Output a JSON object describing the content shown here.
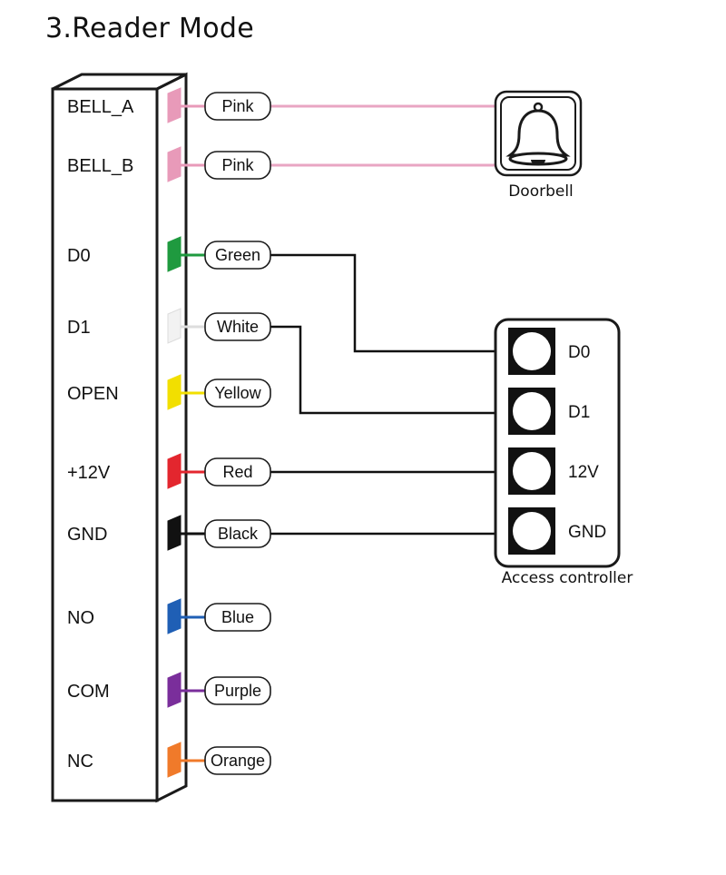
{
  "title": "3.Reader Mode",
  "reader_pins": [
    {
      "label": "BELL_A",
      "wire": "Pink",
      "color": "#e89ab9",
      "line": "#e9a6c3"
    },
    {
      "label": "BELL_B",
      "wire": "Pink",
      "color": "#e89ab9",
      "line": "#e9a6c3"
    },
    {
      "label": "D0",
      "wire": "Green",
      "color": "#1f9a3f",
      "line": "#111111"
    },
    {
      "label": "D1",
      "wire": "White",
      "color": "#f2f2f2",
      "line": "#111111"
    },
    {
      "label": "OPEN",
      "wire": "Yellow",
      "color": "#f2df00",
      "line": null
    },
    {
      "label": "+12V",
      "wire": "Red",
      "color": "#e3262e",
      "line": "#111111"
    },
    {
      "label": "GND",
      "wire": "Black",
      "color": "#111111",
      "line": "#111111"
    },
    {
      "label": "NO",
      "wire": "Blue",
      "color": "#1f5fb5",
      "line": null
    },
    {
      "label": "COM",
      "wire": "Purple",
      "color": "#7a2e9b",
      "line": null
    },
    {
      "label": "NC",
      "wire": "Orange",
      "color": "#f07a2a",
      "line": null
    }
  ],
  "doorbell": {
    "caption": "Doorbell"
  },
  "access_controller": {
    "caption": "Access controller",
    "terminals": [
      "D0",
      "D1",
      "12V",
      "GND"
    ]
  }
}
